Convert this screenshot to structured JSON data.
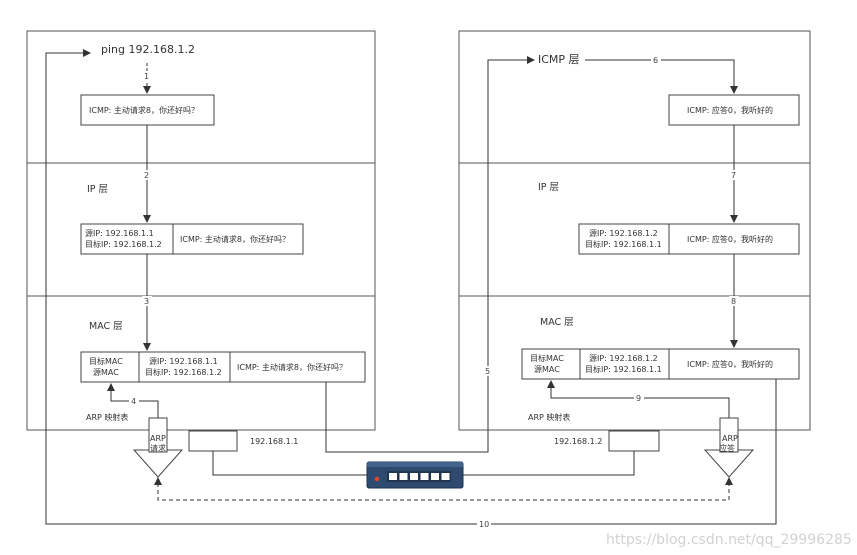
{
  "left": {
    "app_label": "ping 192.168.1.2",
    "icmp_box": "ICMP: 主动请求8，你还好吗？",
    "ip_layer": "IP 层",
    "ip_src": "源IP: 192.168.1.1",
    "ip_dst": "目标IP: 192.168.1.2",
    "mac_layer": "MAC 层",
    "mac_dst": "目标MAC",
    "mac_src": "源MAC",
    "arp_table": "ARP 映射表",
    "arp_tri_line1": "ARP",
    "arp_tri_line2": "请求",
    "nic_ip": "192.168.1.1"
  },
  "right": {
    "app_label": "ICMP 层",
    "icmp_box": "ICMP: 应答0，我听好的",
    "ip_layer": "IP 层",
    "ip_src": "源IP: 192.168.1.2",
    "ip_dst": "目标IP: 192.168.1.1",
    "mac_layer": "MAC 层",
    "mac_dst": "目标MAC",
    "mac_src": "源MAC",
    "arp_table": "ARP 映射表",
    "arp_tri_line1": "ARP",
    "arp_tri_line2": "应答",
    "nic_ip": "192.168.1.2"
  },
  "steps": {
    "s1": "1",
    "s2": "2",
    "s3": "3",
    "s4": "4",
    "s5": "5",
    "s6": "6",
    "s7": "7",
    "s8": "8",
    "s9": "9",
    "s10": "10"
  },
  "watermark": "https://blog.csdn.net/qq_29996285",
  "colors": {
    "line": "#333333",
    "switch_body": "#2e4a6e",
    "switch_port": "#ffffff",
    "switch_led": "#e0492f"
  },
  "icons": {
    "switch": "network-switch-icon",
    "arp_triangle": "triangle-down-icon"
  }
}
